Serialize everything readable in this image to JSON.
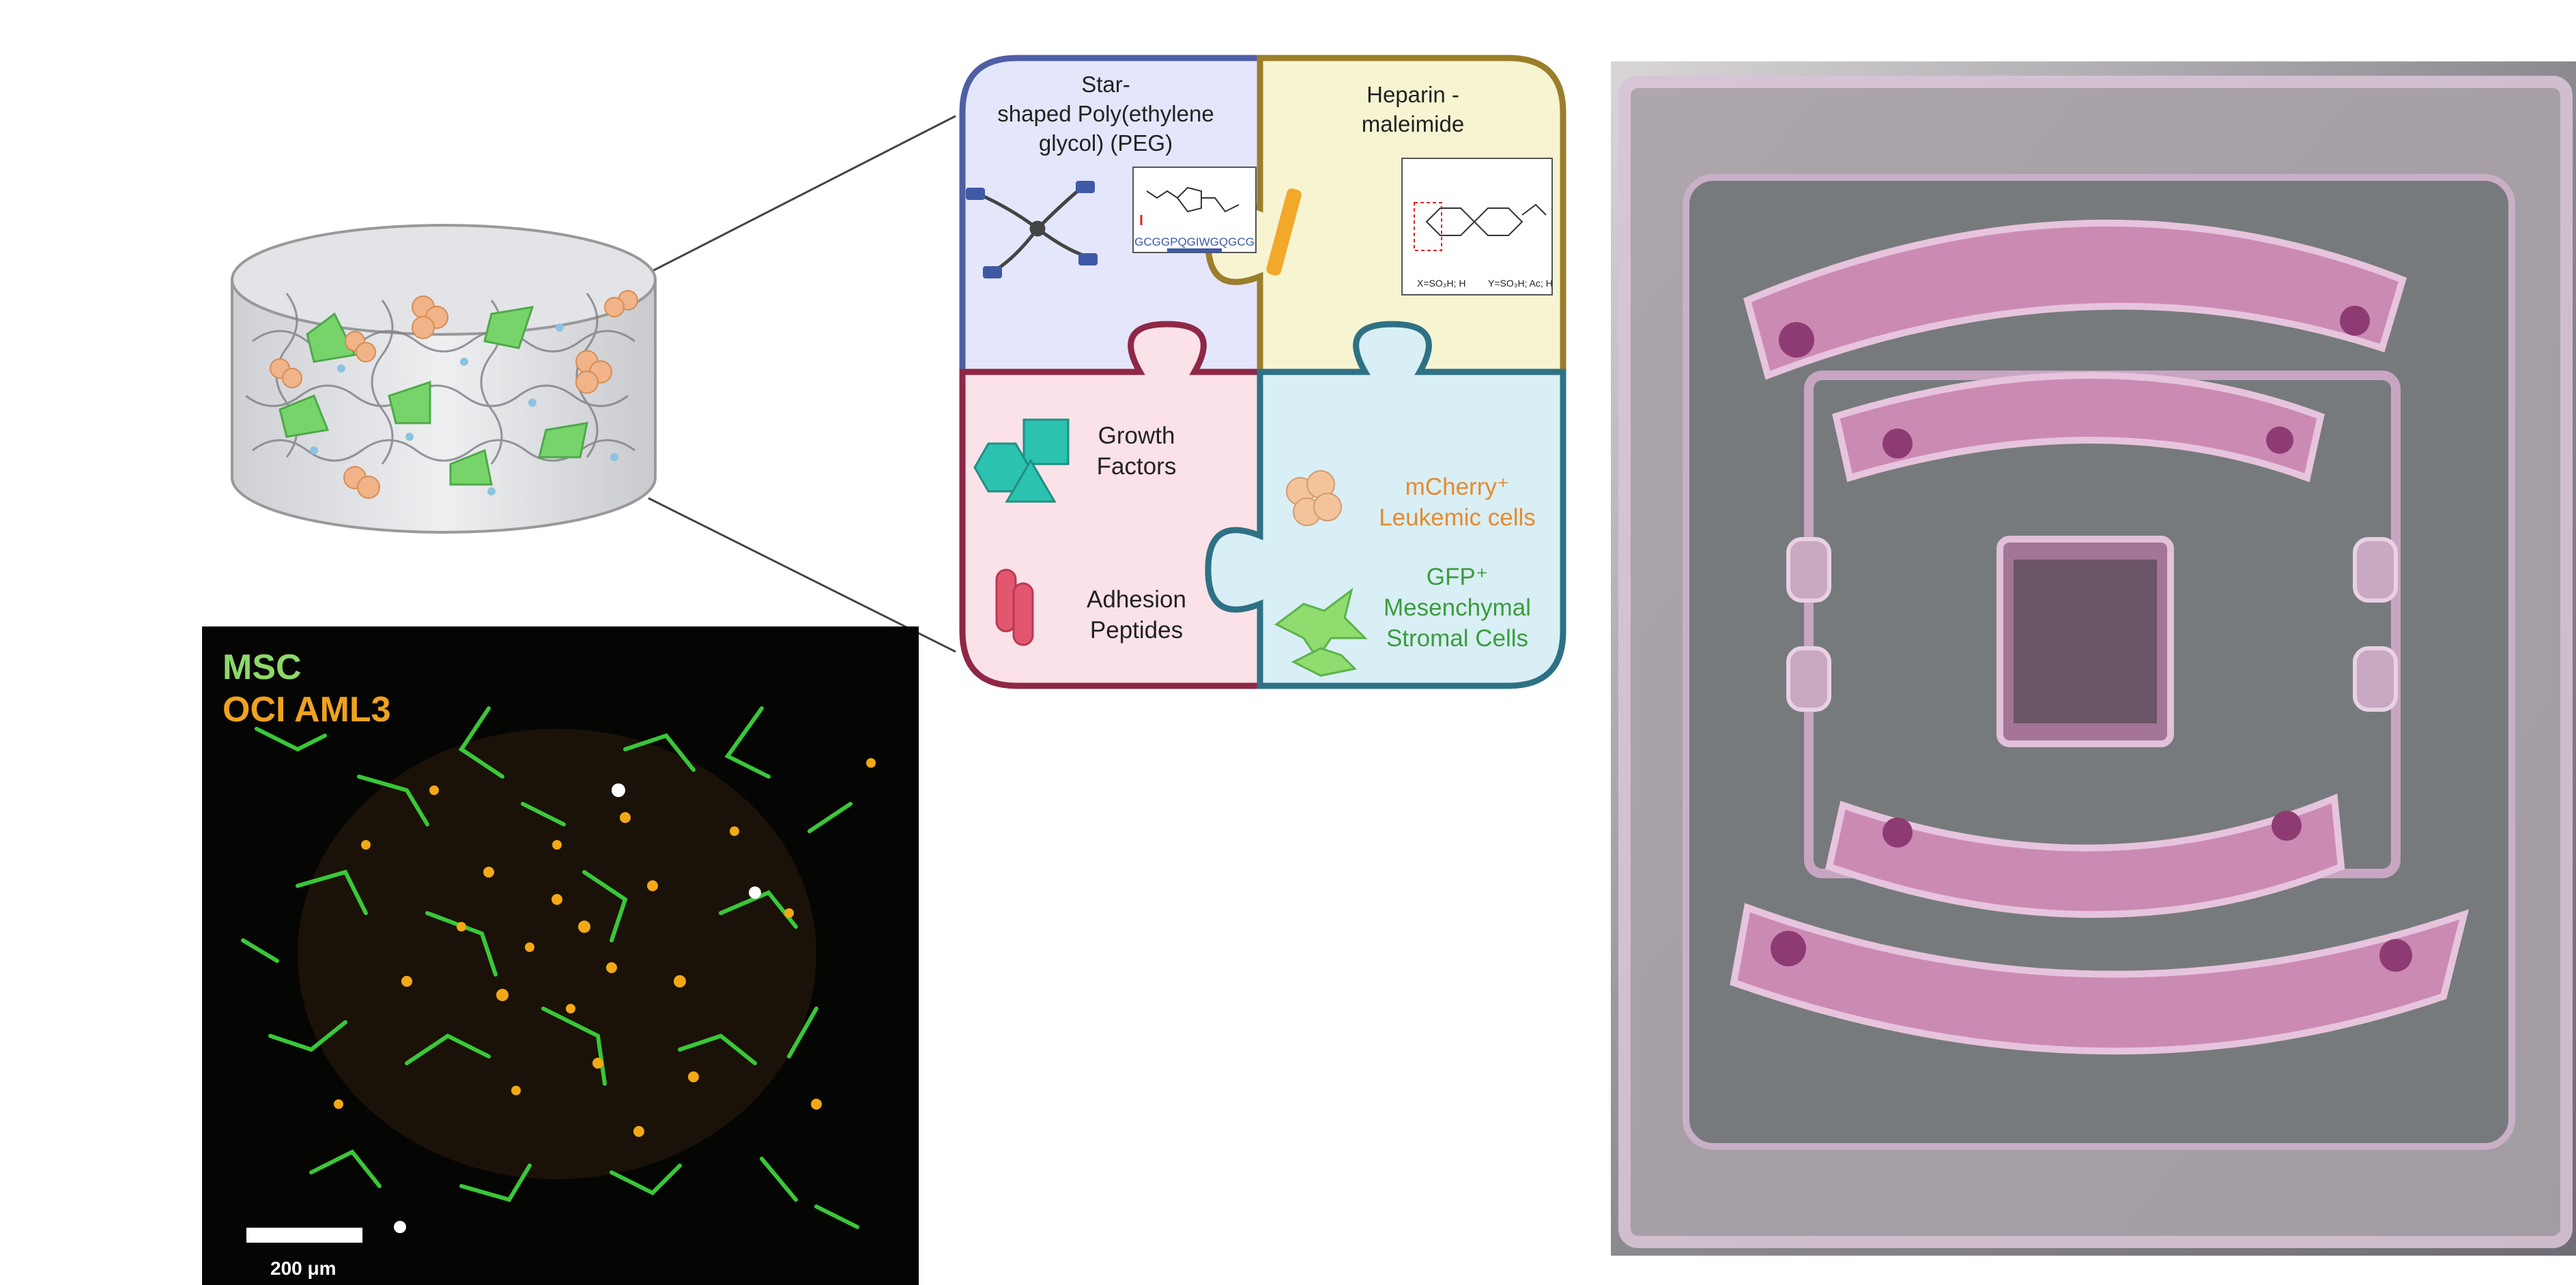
{
  "fluorescence": {
    "label_msc": "MSC",
    "label_aml": "OCI AML3",
    "scale_bar_label": "200 μm",
    "colors": {
      "msc": "#8dd96a",
      "aml": "#f0a21e"
    }
  },
  "puzzle": {
    "peg_label": [
      "Star-",
      "shaped Poly(ethylene",
      "glycol) (PEG)"
    ],
    "heparin_label": [
      "Heparin -",
      "maleimide"
    ],
    "peptide_sequence": "GCGGPQGIWGQGCG",
    "heparin_formula_notes": {
      "x_note": "X=SO₃H; H",
      "y_note": "Y=SO₃H; Ac; H"
    },
    "growth_label": [
      "Growth",
      "Factors"
    ],
    "adhesion_label": [
      "Adhesion",
      "Peptides"
    ],
    "leukemic_label": [
      "mCherry⁺",
      "Leukemic cells"
    ],
    "stromal_label": [
      "GFP⁺",
      "Mesenchymal",
      "Stromal Cells"
    ],
    "colors": {
      "peg_fill": "#e4e6fb",
      "peg_border": "#4f5fa6",
      "heparin_fill": "#f7f4d2",
      "heparin_border": "#9b7e2a",
      "growth_fill": "#fbe2e8",
      "growth_border": "#8f2746",
      "cells_fill": "#d8eff5",
      "cells_border": "#2e7185",
      "leukemic_text": "#e68a2e",
      "stromal_text": "#3c9c3c"
    }
  }
}
